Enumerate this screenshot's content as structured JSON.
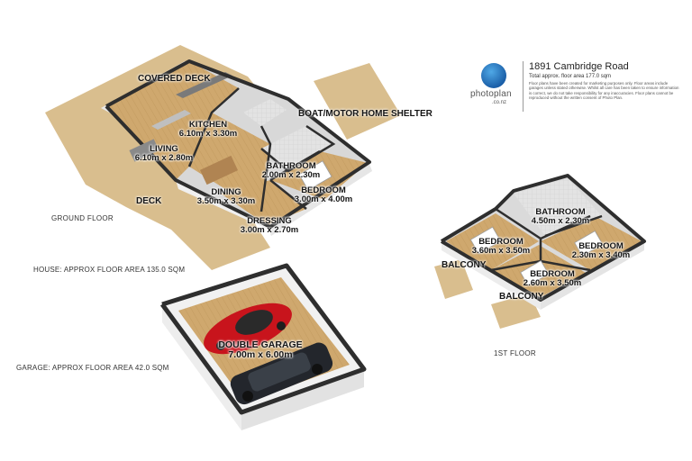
{
  "header": {
    "title": "1891 Cambridge Road",
    "total_area": "Total approx. floor area 177.0 sqm",
    "disclaimer": "Floor plans have been created for marketing purposes only. Floor areas include garages unless stated otherwise. Whilst all care has been taken to ensure information is correct, we do not take responsibility for any inaccuracies. Floor plans cannot be reproduced without the written consent of Photo Plan."
  },
  "logo": {
    "name": "photoplan",
    "domain": ".co.nz",
    "icon": "photoplan-logo-icon",
    "color": "#2a7fcf"
  },
  "floors": {
    "ground": "GROUND FLOOR",
    "first": "1ST FLOOR"
  },
  "areas": {
    "house": "HOUSE: APPROX FLOOR AREA 135.0 SQM",
    "garage": "GARAGE: APPROX FLOOR AREA 42.0 SQM"
  },
  "outdoor": {
    "covered_deck": "COVERED DECK",
    "deck": "DECK",
    "shelter": "BOAT/MOTOR HOME SHELTER",
    "balcony_left": "BALCONY",
    "balcony_bottom": "BALCONY"
  },
  "ground_rooms": {
    "kitchen": {
      "name": "KITCHEN",
      "dims": "6.10m x 3.30m"
    },
    "living": {
      "name": "LIVING",
      "dims": "6.10m x 2.80m"
    },
    "dining": {
      "name": "DINING",
      "dims": "3.50m x 3.30m"
    },
    "bathroom": {
      "name": "BATHROOM",
      "dims": "2.00m x 2.30m"
    },
    "bedroom": {
      "name": "BEDROOM",
      "dims": "3.00m x 4.00m"
    },
    "dressing": {
      "name": "DRESSING",
      "dims": "3.00m x 2.70m"
    },
    "garage": {
      "name": "DOUBLE GARAGE",
      "dims": "7.00m x 6.00m"
    }
  },
  "first_rooms": {
    "bathroom": {
      "name": "BATHROOM",
      "dims": "4.50m x 2.30m"
    },
    "bedroom_left": {
      "name": "BEDROOM",
      "dims": "3.60m x 3.50m"
    },
    "bedroom_right": {
      "name": "BEDROOM",
      "dims": "2.30m x 3.40m"
    },
    "bedroom_bottom": {
      "name": "BEDROOM",
      "dims": "2.60m x 3.50m"
    }
  },
  "colors": {
    "deck": "#d9be8e",
    "floor": "#cfa86e",
    "wall_top": "#2e2e2e",
    "wall_face": "#f2f2f2",
    "tile": "#dcdcdc",
    "car_red": "#c8141c",
    "car_dark": "#23262c"
  }
}
